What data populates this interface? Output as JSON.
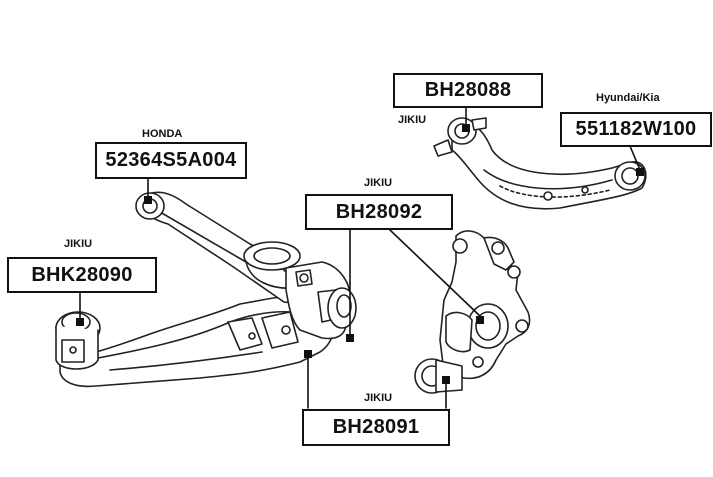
{
  "parts": [
    {
      "id": "bh28088",
      "brand": "JIKIU",
      "number": "BH28088"
    },
    {
      "id": "551182w100",
      "brand": "Hyundai/Kia",
      "number": "551182W100"
    },
    {
      "id": "52364s5a004",
      "brand": "HONDA",
      "number": "52364S5A004"
    },
    {
      "id": "bh28092",
      "brand": "JIKIU",
      "number": "BH28092"
    },
    {
      "id": "bhk28090",
      "brand": "JIKIU",
      "number": "BHK28090"
    },
    {
      "id": "bh28091",
      "brand": "JIKIU",
      "number": "BH28091"
    }
  ]
}
